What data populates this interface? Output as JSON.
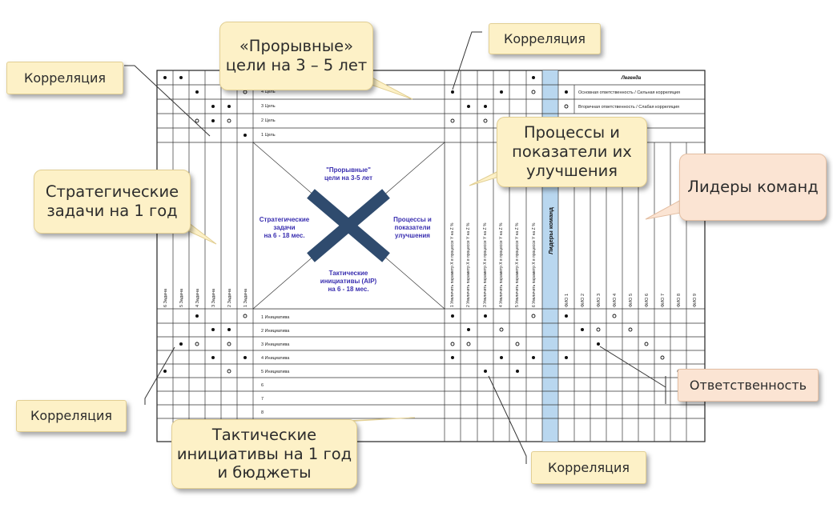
{
  "colors": {
    "callout_fill": "#fdf1c7",
    "callout_fill_alt": "#fbe4d3",
    "x_mark": "#2f4b6e",
    "quad_text": "#3a2fb0",
    "leaders_column": "#b9d7ef"
  },
  "callouts": {
    "corr_top_left": "Корреляция",
    "corr_top_right": "Корреляция",
    "corr_bottom_left": "Корреляция",
    "corr_bottom_right": "Корреляция",
    "breakthrough_goals": [
      "«Прорывные»",
      "цели на 3 – 5 лет"
    ],
    "strategic_tasks": [
      "Стратегические",
      "задачи на 1 год"
    ],
    "processes": [
      "Процессы и",
      "показатели их",
      "улучшения"
    ],
    "team_leaders": "Лидеры команд",
    "responsibility": "Ответственность",
    "tactical": [
      "Тактические",
      "инициативы на 1 год",
      "и бюджеты"
    ]
  },
  "matrix": {
    "goals": [
      "4 Цель",
      "3 Цель",
      "2 Цель",
      "1 Цель"
    ],
    "tasks": [
      "6 Задача",
      "5 Задача",
      "4 Задача",
      "3 Задача",
      "2 Задача",
      "1 Задача"
    ],
    "initiatives": [
      "1 Инициатива",
      "2 Инициатива",
      "3 Инициатива",
      "4 Инициатива",
      "5 Инициатива",
      "6",
      "7",
      "8"
    ],
    "processes": [
      "1 Увеличить параметр X в процессе Y на Z %",
      "2 Увеличить параметр X в процессе Y на Z %",
      "3 Увеличить параметр X в процессе Y на Z %",
      "4 Увеличить параметр X в процессе Y на Z %",
      "5 Увеличить параметр X в процессе Y на Z %",
      "6 Увеличить параметр X в процессе Y на Z %"
    ],
    "leaders_header": "Лидеры команд",
    "persons": [
      "ФИО 1",
      "ФИО 2",
      "ФИО 3",
      "ФИО 4",
      "ФИО 5",
      "ФИО 6",
      "ФИО 7",
      "ФИО 8",
      "ФИО 9"
    ],
    "legend": {
      "title": "Легенда",
      "strong": "Основная ответственность / Сильная корреляция",
      "weak": "Вторичная ответственность / Слабая корреляция"
    },
    "quadrants": {
      "top": [
        "\"Прорывные\"",
        "цели на 3-5 лет"
      ],
      "left": [
        "Стратегические",
        "задачи",
        "на 6 - 18 мес."
      ],
      "right": [
        "Процессы и",
        "показатели",
        "улучшения"
      ],
      "bottom": [
        "Тактические",
        "инициативы (AIP)",
        "на 6 - 18 мес."
      ]
    }
  }
}
